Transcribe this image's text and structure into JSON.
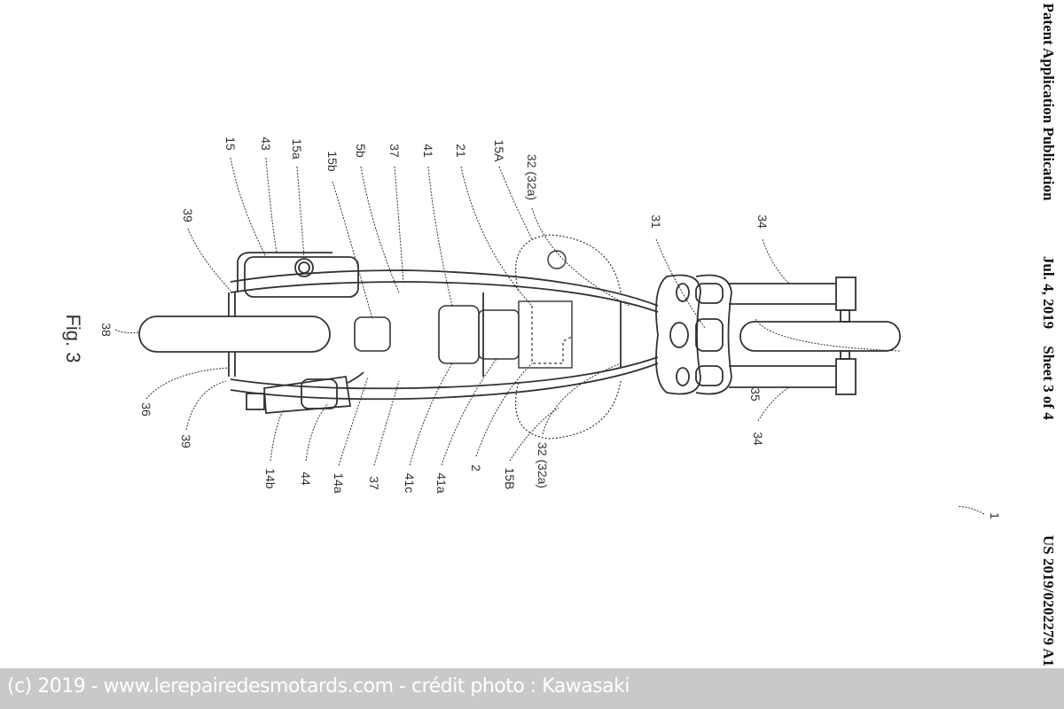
{
  "header": {
    "publication": "Patent Application Publication",
    "date": "Jul. 4, 2019",
    "sheet": "Sheet 3 of 4",
    "number": "US 2019/0202279 A1"
  },
  "figure": {
    "caption": "Fig. 3",
    "labels": {
      "l15": "15",
      "l43": "43",
      "l15a": "15a",
      "l15b": "15b",
      "l5b": "5b",
      "l37_top": "37",
      "l41": "41",
      "l21": "21",
      "l15A": "15A",
      "l32_top": "32 (32a)",
      "l31": "31",
      "l34_top": "34",
      "l39_top": "39",
      "l38": "38",
      "l36": "36",
      "l39_bottom": "39",
      "l14b": "14b",
      "l44": "44",
      "l14a": "14a",
      "l37_bottom": "37",
      "l41c": "41c",
      "l41a": "41a",
      "l2": "2",
      "l15B": "15B",
      "l32_bottom": "32 (32a)",
      "l34_bottom": "34",
      "l35": "35",
      "l1": "1"
    }
  },
  "watermark": "(c) 2019 - www.lerepairedesmotards.com - crédit photo : Kawasaki"
}
